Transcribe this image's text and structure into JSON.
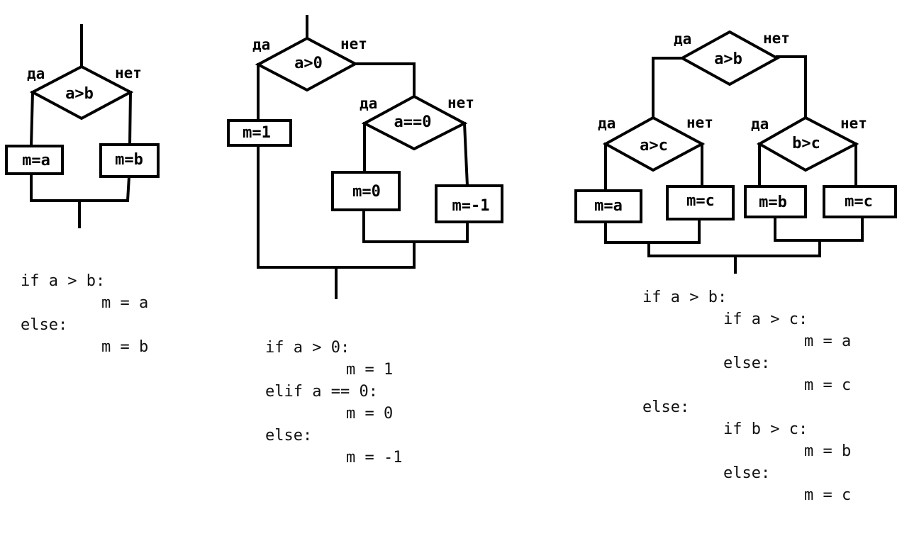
{
  "flowcharts": [
    {
      "condition": "a>b",
      "yes_label": "да",
      "no_label": "нет",
      "yes_action": "m=a",
      "no_action": "m=b",
      "code": [
        {
          "indent": 0,
          "text": "if a > b:"
        },
        {
          "indent": 1,
          "text": "m = a"
        },
        {
          "indent": 0,
          "text": "else:"
        },
        {
          "indent": 1,
          "text": "m = b"
        }
      ]
    },
    {
      "condition": "a>0",
      "yes_label": "да",
      "no_label": "нет",
      "yes_action": "m=1",
      "nested_condition": "a==0",
      "nested_yes_label": "да",
      "nested_no_label": "нет",
      "nested_yes_action": "m=0",
      "nested_no_action": "m=-1",
      "code": [
        {
          "indent": 0,
          "text": "if a > 0:"
        },
        {
          "indent": 1,
          "text": "m = 1"
        },
        {
          "indent": 0,
          "text": "elif a == 0:"
        },
        {
          "indent": 1,
          "text": "m = 0"
        },
        {
          "indent": 0,
          "text": "else:"
        },
        {
          "indent": 1,
          "text": "m = -1"
        }
      ]
    },
    {
      "condition": "a>b",
      "yes_label": "да",
      "no_label": "нет",
      "left_condition": "a>c",
      "left_yes_label": "да",
      "left_no_label": "нет",
      "left_yes_action": "m=a",
      "left_no_action": "m=c",
      "right_condition": "b>c",
      "right_yes_label": "да",
      "right_no_label": "нет",
      "right_yes_action": "m=b",
      "right_no_action": "m=c",
      "code": [
        {
          "indent": 0,
          "text": "if a > b:"
        },
        {
          "indent": 1,
          "text": "if a > c:"
        },
        {
          "indent": 2,
          "text": "m = a"
        },
        {
          "indent": 1,
          "text": "else:"
        },
        {
          "indent": 2,
          "text": "m = c"
        },
        {
          "indent": 0,
          "text": "else:"
        },
        {
          "indent": 1,
          "text": "if b > c:"
        },
        {
          "indent": 2,
          "text": "m = b"
        },
        {
          "indent": 1,
          "text": "else:"
        },
        {
          "indent": 2,
          "text": "m = c"
        }
      ]
    }
  ]
}
